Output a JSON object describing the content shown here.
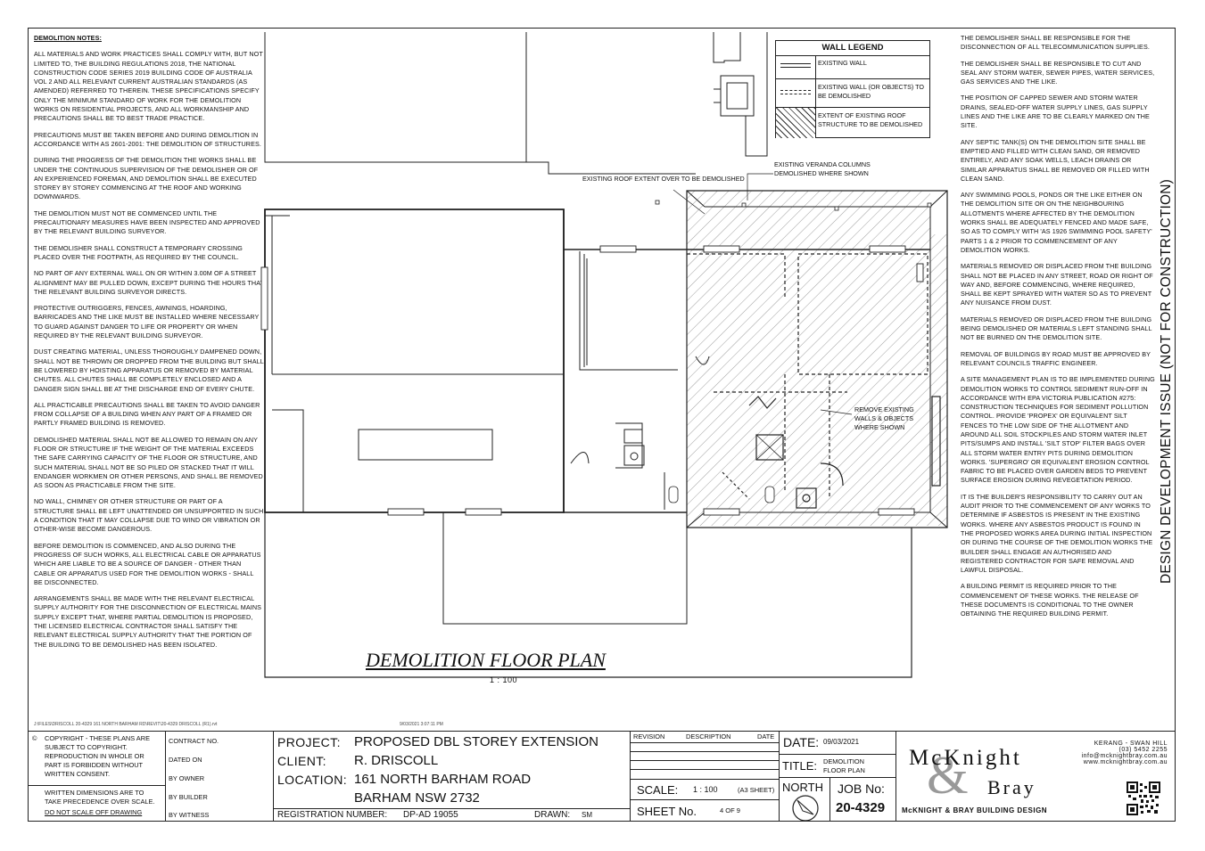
{
  "notes_left": {
    "heading": "DEMOLITION NOTES:",
    "paragraphs": [
      "ALL MATERIALS AND WORK PRACTICES SHALL COMPLY WITH, BUT NOT LIMITED TO, THE BUILDING REGULATIONS 2018, THE NATIONAL CONSTRUCTION CODE SERIES 2019 BUILDING CODE OF AUSTRALIA VOL 2 AND ALL RELEVANT CURRENT AUSTRALIAN STANDARDS (AS AMENDED) REFERRED TO THEREIN. THESE SPECIFICATIONS SPECIFY ONLY THE MINIMUM STANDARD OF WORK FOR THE DEMOLITION WORKS ON RESIDENTIAL PROJECTS, AND ALL WORKMANSHIP AND PRECAUTIONS SHALL BE TO BEST TRADE PRACTICE.",
      "PRECAUTIONS MUST BE TAKEN BEFORE AND DURING DEMOLITION IN ACCORDANCE WITH AS 2601-2001: THE DEMOLITION OF STRUCTURES.",
      "DURING THE PROGRESS OF THE DEMOLITION THE WORKS SHALL BE UNDER THE CONTINUOUS SUPERVISION OF THE DEMOLISHER OR OF AN EXPERIENCED FOREMAN, AND DEMOLITION SHALL BE EXECUTED STOREY BY STOREY COMMENCING AT THE ROOF AND WORKING DOWNWARDS.",
      "THE DEMOLITION MUST NOT BE COMMENCED UNTIL THE PRECAUTIONARY MEASURES HAVE BEEN INSPECTED AND APPROVED BY THE RELEVANT BUILDING SURVEYOR.",
      "THE DEMOLISHER SHALL CONSTRUCT A TEMPORARY CROSSING PLACED OVER THE FOOTPATH, AS REQUIRED BY THE COUNCIL.",
      "NO PART OF ANY EXTERNAL WALL ON OR WITHIN 3.00m OF A STREET ALIGNMENT MAY BE PULLED DOWN, EXCEPT DURING THE HOURS THAT THE RELEVANT BUILDING SURVEYOR DIRECTS.",
      "PROTECTIVE OUTRIGGERS, FENCES, AWNINGS, HOARDING, BARRICADES AND THE LIKE MUST BE INSTALLED WHERE NECESSARY TO GUARD AGAINST DANGER TO LIFE OR PROPERTY OR WHEN REQUIRED BY THE RELEVANT BUILDING SURVEYOR.",
      "DUST CREATING MATERIAL, UNLESS THOROUGHLY DAMPENED DOWN, SHALL NOT BE THROWN OR DROPPED FROM THE BUILDING BUT SHALL BE LOWERED BY HOISTING APPARATUS OR REMOVED BY MATERIAL CHUTES. ALL CHUTES SHALL BE COMPLETELY ENCLOSED AND A DANGER SIGN SHALL BE AT THE DISCHARGE END OF EVERY CHUTE.",
      "ALL PRACTICABLE PRECAUTIONS SHALL BE TAKEN TO AVOID DANGER FROM COLLAPSE OF A BUILDING WHEN ANY PART OF A FRAMED OR PARTLY FRAMED BUILDING IS REMOVED.",
      "DEMOLISHED MATERIAL SHALL NOT BE ALLOWED TO REMAIN ON ANY FLOOR OR STRUCTURE IF THE WEIGHT OF THE MATERIAL EXCEEDS THE SAFE CARRYING CAPACITY OF THE FLOOR OR STRUCTURE, AND SUCH MATERIAL SHALL NOT BE SO PILED OR STACKED THAT IT WILL ENDANGER WORKMEN OR OTHER PERSONS, AND SHALL BE REMOVED AS SOON AS PRACTICABLE FROM THE SITE.",
      "NO WALL, CHIMNEY OR OTHER STRUCTURE OR PART OF A STRUCTURE SHALL BE LEFT UNATTENDED OR UNSUPPORTED IN SUCH A CONDITION THAT IT MAY COLLAPSE DUE TO WIND OR VIBRATION OR OTHER-WISE BECOME DANGEROUS.",
      "BEFORE DEMOLITION IS COMMENCED, AND ALSO DURING THE PROGRESS OF SUCH WORKS, ALL ELECTRICAL CABLE OR APPARATUS WHICH ARE LIABLE TO BE A SOURCE OF DANGER - OTHER THAN CABLE OR APPARATUS USED FOR THE DEMOLITION WORKS - SHALL BE DISCONNECTED.",
      "ARRANGEMENTS SHALL BE MADE WITH THE RELEVANT ELECTRICAL SUPPLY AUTHORITY FOR THE DISCONNECTION OF ELECTRICAL MAINS SUPPLY EXCEPT THAT, WHERE PARTIAL DEMOLITION IS PROPOSED, THE LICENSED ELECTRICAL CONTRACTOR SHALL SATISFY THE RELEVANT ELECTRICAL SUPPLY AUTHORITY THAT THE PORTION OF THE BUILDING TO BE DEMOLISHED HAS BEEN ISOLATED."
    ]
  },
  "notes_right": {
    "paragraphs": [
      "THE DEMOLISHER SHALL BE RESPONSIBLE FOR THE DISCONNECTION OF ALL TELECOMMUNICATION SUPPLIES.",
      "THE DEMOLISHER SHALL BE RESPONSIBLE TO CUT AND SEAL ANY STORM WATER, SEWER PIPES, WATER SERVICES, GAS SERVICES AND THE LIKE.",
      "THE POSITION OF CAPPED SEWER AND STORM WATER DRAINS, SEALED-OFF WATER SUPPLY LINES, GAS SUPPLY LINES AND THE LIKE ARE TO BE CLEARLY MARKED ON THE SITE.",
      "ANY SEPTIC TANK(S) ON THE DEMOLITION SITE SHALL BE EMPTIED AND FILLED WITH CLEAN SAND, OR REMOVED ENTIRELY, AND ANY SOAK WELLS, LEACH DRAINS OR SIMILAR APPARATUS SHALL BE REMOVED OR FILLED WITH CLEAN SAND.",
      "ANY SWIMMING POOLS, PONDS OR THE LIKE EITHER ON THE DEMOLITION SITE OR ON THE NEIGHBOURING ALLOTMENTS WHERE AFFECTED BY THE DEMOLITION WORKS SHALL BE ADEQUATELY FENCED AND MADE SAFE, SO AS TO COMPLY WITH 'AS 1926 SWIMMING POOL SAFETY' PARTS 1 & 2 PRIOR TO COMMENCEMENT OF ANY DEMOLITION WORKS.",
      "MATERIALS REMOVED OR DISPLACED FROM THE BUILDING SHALL NOT BE PLACED IN ANY STREET, ROAD OR RIGHT OF WAY AND, BEFORE COMMENCING, WHERE REQUIRED, SHALL BE KEPT SPRAYED WITH WATER SO AS TO PREVENT ANY NUISANCE FROM DUST.",
      "MATERIALS REMOVED OR DISPLACED FROM THE BUILDING BEING DEMOLISHED OR MATERIALS LEFT STANDING SHALL NOT BE BURNED ON THE DEMOLITION SITE.",
      "REMOVAL OF BUILDINGS BY ROAD MUST BE APPROVED BY RELEVANT COUNCILS TRAFFIC ENGINEER.",
      "A SITE MANAGEMENT PLAN IS TO BE IMPLEMENTED DURING DEMOLITION WORKS TO CONTROL SEDIMENT RUN-OFF IN ACCORDANCE WITH EPA VICTORIA PUBLICATION #275: CONSTRUCTION TECHNIQUES FOR SEDIMENT POLLUTION CONTROL. PROVIDE 'PROPEX' OR EQUIVALENT SILT FENCES TO THE LOW SIDE OF THE ALLOTMENT AND AROUND ALL SOIL STOCKPILES AND STORM WATER INLET PITS/SUMPS AND INSTALL 'SILT STOP' FILTER BAGS OVER ALL STORM WATER ENTRY PITS DURING DEMOLITION WORKS. 'SUPERGRO' OR EQUIVALENT EROSION CONTROL FABRIC TO BE PLACED OVER GARDEN BEDS TO PREVENT SURFACE EROSION DURING REVEGETATION PERIOD.",
      "IT IS THE BUILDER'S RESPONSIBILITY TO CARRY OUT AN AUDIT PRIOR TO THE COMMENCEMENT OF ANY WORKS TO DETERMINE IF ASBESTOS IS PRESENT IN THE EXISTING WORKS. WHERE ANY ASBESTOS PRODUCT IS FOUND IN THE PROPOSED WORKS AREA DURING INITIAL INSPECTION OR DURING THE COURSE OF THE DEMOLITION WORKS THE BUILDER SHALL ENGAGE AN AUTHORISED AND REGISTERED CONTRACTOR FOR SAFE REMOVAL AND LAWFUL DISPOSAL.",
      "A BUILDING PERMIT IS REQUIRED PRIOR TO THE COMMENCEMENT OF THESE WORKS. THE RELEASE OF THESE DOCUMENTS IS CONDITIONAL TO THE OWNER OBTAINING THE REQUIRED BUILDING PERMIT."
    ]
  },
  "vertical_note": "DESIGN DEVELOPMENT ISSUE (NOT FOR CONSTRUCTION)",
  "legend": {
    "title": "WALL LEGEND",
    "items": [
      "EXISTING WALL",
      "EXISTING WALL (OR OBJECTS) TO BE DEMOLISHED",
      "EXTENT OF EXISTING ROOF STRUCTURE TO BE DEMOLISHED"
    ]
  },
  "plan": {
    "title": "DEMOLITION FLOOR PLAN",
    "scale": "1 : 100",
    "annotations": {
      "roof_extent": "EXISTING ROOF EXTENT OVER TO BE DEMOLISHED",
      "veranda": "EXISTING VERANDA COLUMNS DEMOLISHED WHERE SHOWN",
      "remove_walls": "REMOVE EXISTING WALLS & OBJECTS WHERE SHOWN"
    },
    "file_path": "J:\\FILES\\DRISCOLL 20-4329 161 NORTH BARHAM RD\\REVIT\\20-4329 DRISCOLL (R1).rvt",
    "timestamp": "9/03/2021 3:07:11 PM"
  },
  "title_block": {
    "copyright": "COPYRIGHT - THESE PLANS ARE SUBJECT TO COPYRIGHT. REPRODUCTION IN WHOLE OR PART IS FORBIDDEN WITHOUT WRITTEN CONSENT.",
    "dimensions_note": "WRITTEN DIMENSIONS ARE TO TAKE PRECEDENCE OVER SCALE.",
    "do_not_scale": "DO NOT SCALE OFF DRAWING",
    "contract_no": "CONTRACT No.",
    "dated_on": "DATED ON",
    "by_owner": "BY OWNER",
    "by_builder": "BY BUILDER",
    "by_witness": "BY WITNESS",
    "project_label": "PROJECT:",
    "project_value": "PROPOSED DBL STOREY EXTENSION",
    "client_label": "CLIENT:",
    "client_value": "R. DRISCOLL",
    "location_label": "LOCATION:",
    "location_line1": "161 NORTH BARHAM ROAD",
    "location_line2": "BARHAM NSW 2732",
    "registration_label": "REGISTRATION NUMBER:",
    "registration_value": "DP-AD 19055",
    "drawn_label": "DRAWN:",
    "drawn_value": "SM",
    "revision_label": "REVISION",
    "description_label": "DESCRIPTION",
    "date_col_label": "DATE",
    "scale_label": "SCALE:",
    "scale_value": "1 : 100",
    "sheet_size": "(A3 SHEET)",
    "sheet_label": "SHEET No.",
    "sheet_value": "4 OF 9",
    "date_label": "DATE:",
    "date_value": "09/03/2021",
    "title_label": "TITLE:",
    "title_value_1": "DEMOLITION",
    "title_value_2": "FLOOR PLAN",
    "north_label": "NORTH",
    "job_label": "JOB No:",
    "job_value": "20-4329"
  },
  "brand": {
    "name_1": "McKnight",
    "name_2": "Bray",
    "ampersand": "&",
    "tagline": "McKNIGHT & BRAY BUILDING DESIGN",
    "location": "KERANG - SWAN HILL",
    "phone": "(03) 5452 2255",
    "email": "info@mcknightbray.com.au",
    "web": "www.mcknightbray.com.au"
  },
  "colors": {
    "ink": "#111111",
    "hatch": "#555555"
  },
  "icons": [
    "north-arrow-icon",
    "qr-code-icon"
  ]
}
